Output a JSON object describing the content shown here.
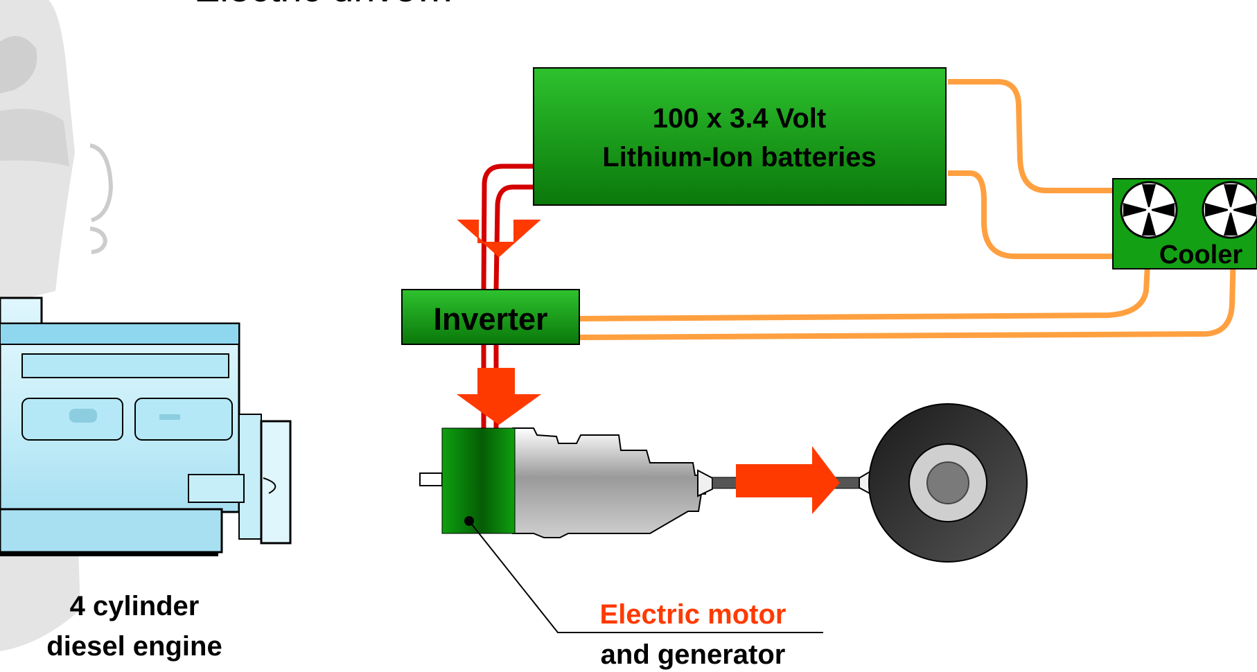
{
  "slide": {
    "title": "Electric drive…"
  },
  "battery": {
    "line1": "100 x 3.4 Volt",
    "line2": "Lithium-Ion batteries",
    "color": "#14a014"
  },
  "inverter": {
    "label": "Inverter",
    "color": "#14a014"
  },
  "cooler": {
    "label": "Cooler",
    "color": "#14a014"
  },
  "engine": {
    "line1": "4 cylinder",
    "line2": "diesel engine",
    "color": "#a8e4f4"
  },
  "motor": {
    "line1": "Electric motor",
    "line2": "and generator",
    "line1_color": "#ff3a00",
    "color": "#0c9a0c"
  },
  "colors": {
    "power_cable": "#d40000",
    "coolant_hose": "#ffa040",
    "flow_arrow": "#ff3a00",
    "wheel": "#262626"
  }
}
